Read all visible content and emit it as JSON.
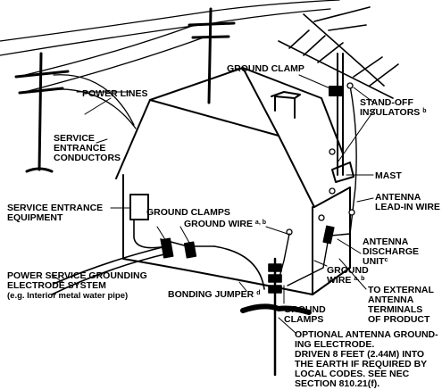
{
  "labels": {
    "power_lines": "POWER LINES",
    "service_entrance_conductors": [
      "SERVICE",
      "ENTRANCE",
      "CONDUCTORS"
    ],
    "service_entrance_equipment": [
      "SERVICE ENTRANCE",
      "EQUIPMENT"
    ],
    "ground_clamps_top": "GROUND CLAMPS",
    "ground_wire_top": "GROUND WIRE",
    "ground_wire_top_sup": "a, b",
    "power_service_grounding": [
      "POWER SERVICE GROUNDING",
      "ELECTRODE SYSTEM"
    ],
    "power_service_grounding_note": "(e.g. Interior metal water pipe)",
    "bonding_jumper": "BONDING JUMPER",
    "bonding_jumper_sup": "d",
    "ground_clamp": "GROUND CLAMP",
    "standoff_insulators": [
      "STAND-OFF",
      "INSULATORS"
    ],
    "standoff_insulators_sup": "b",
    "mast": "MAST",
    "antenna_leadin_wire": [
      "ANTENNA",
      "LEAD-IN WIRE"
    ],
    "antenna_discharge_unit": [
      "ANTENNA",
      "DISCHARGE",
      "UNIT"
    ],
    "antenna_discharge_unit_sup": "c",
    "ground_wire_bottom": [
      "GROUND",
      "WIRE"
    ],
    "ground_wire_bottom_sup": "a, b",
    "to_external": [
      "TO EXTERNAL",
      "ANTENNA",
      "TERMINALS",
      "OF PRODUCT"
    ],
    "ground_clamps_bottom": [
      "GROUND",
      "CLAMPS"
    ],
    "optional_electrode": [
      "OPTIONAL ANTENNA GROUND-",
      "ING ELECTRODE.",
      "DRIVEN 8 FEET (2.44M) INTO",
      "THE EARTH IF  REQUIRED BY",
      "LOCAL CODES. SEE NEC",
      "SECTION 810.21(f)."
    ]
  }
}
